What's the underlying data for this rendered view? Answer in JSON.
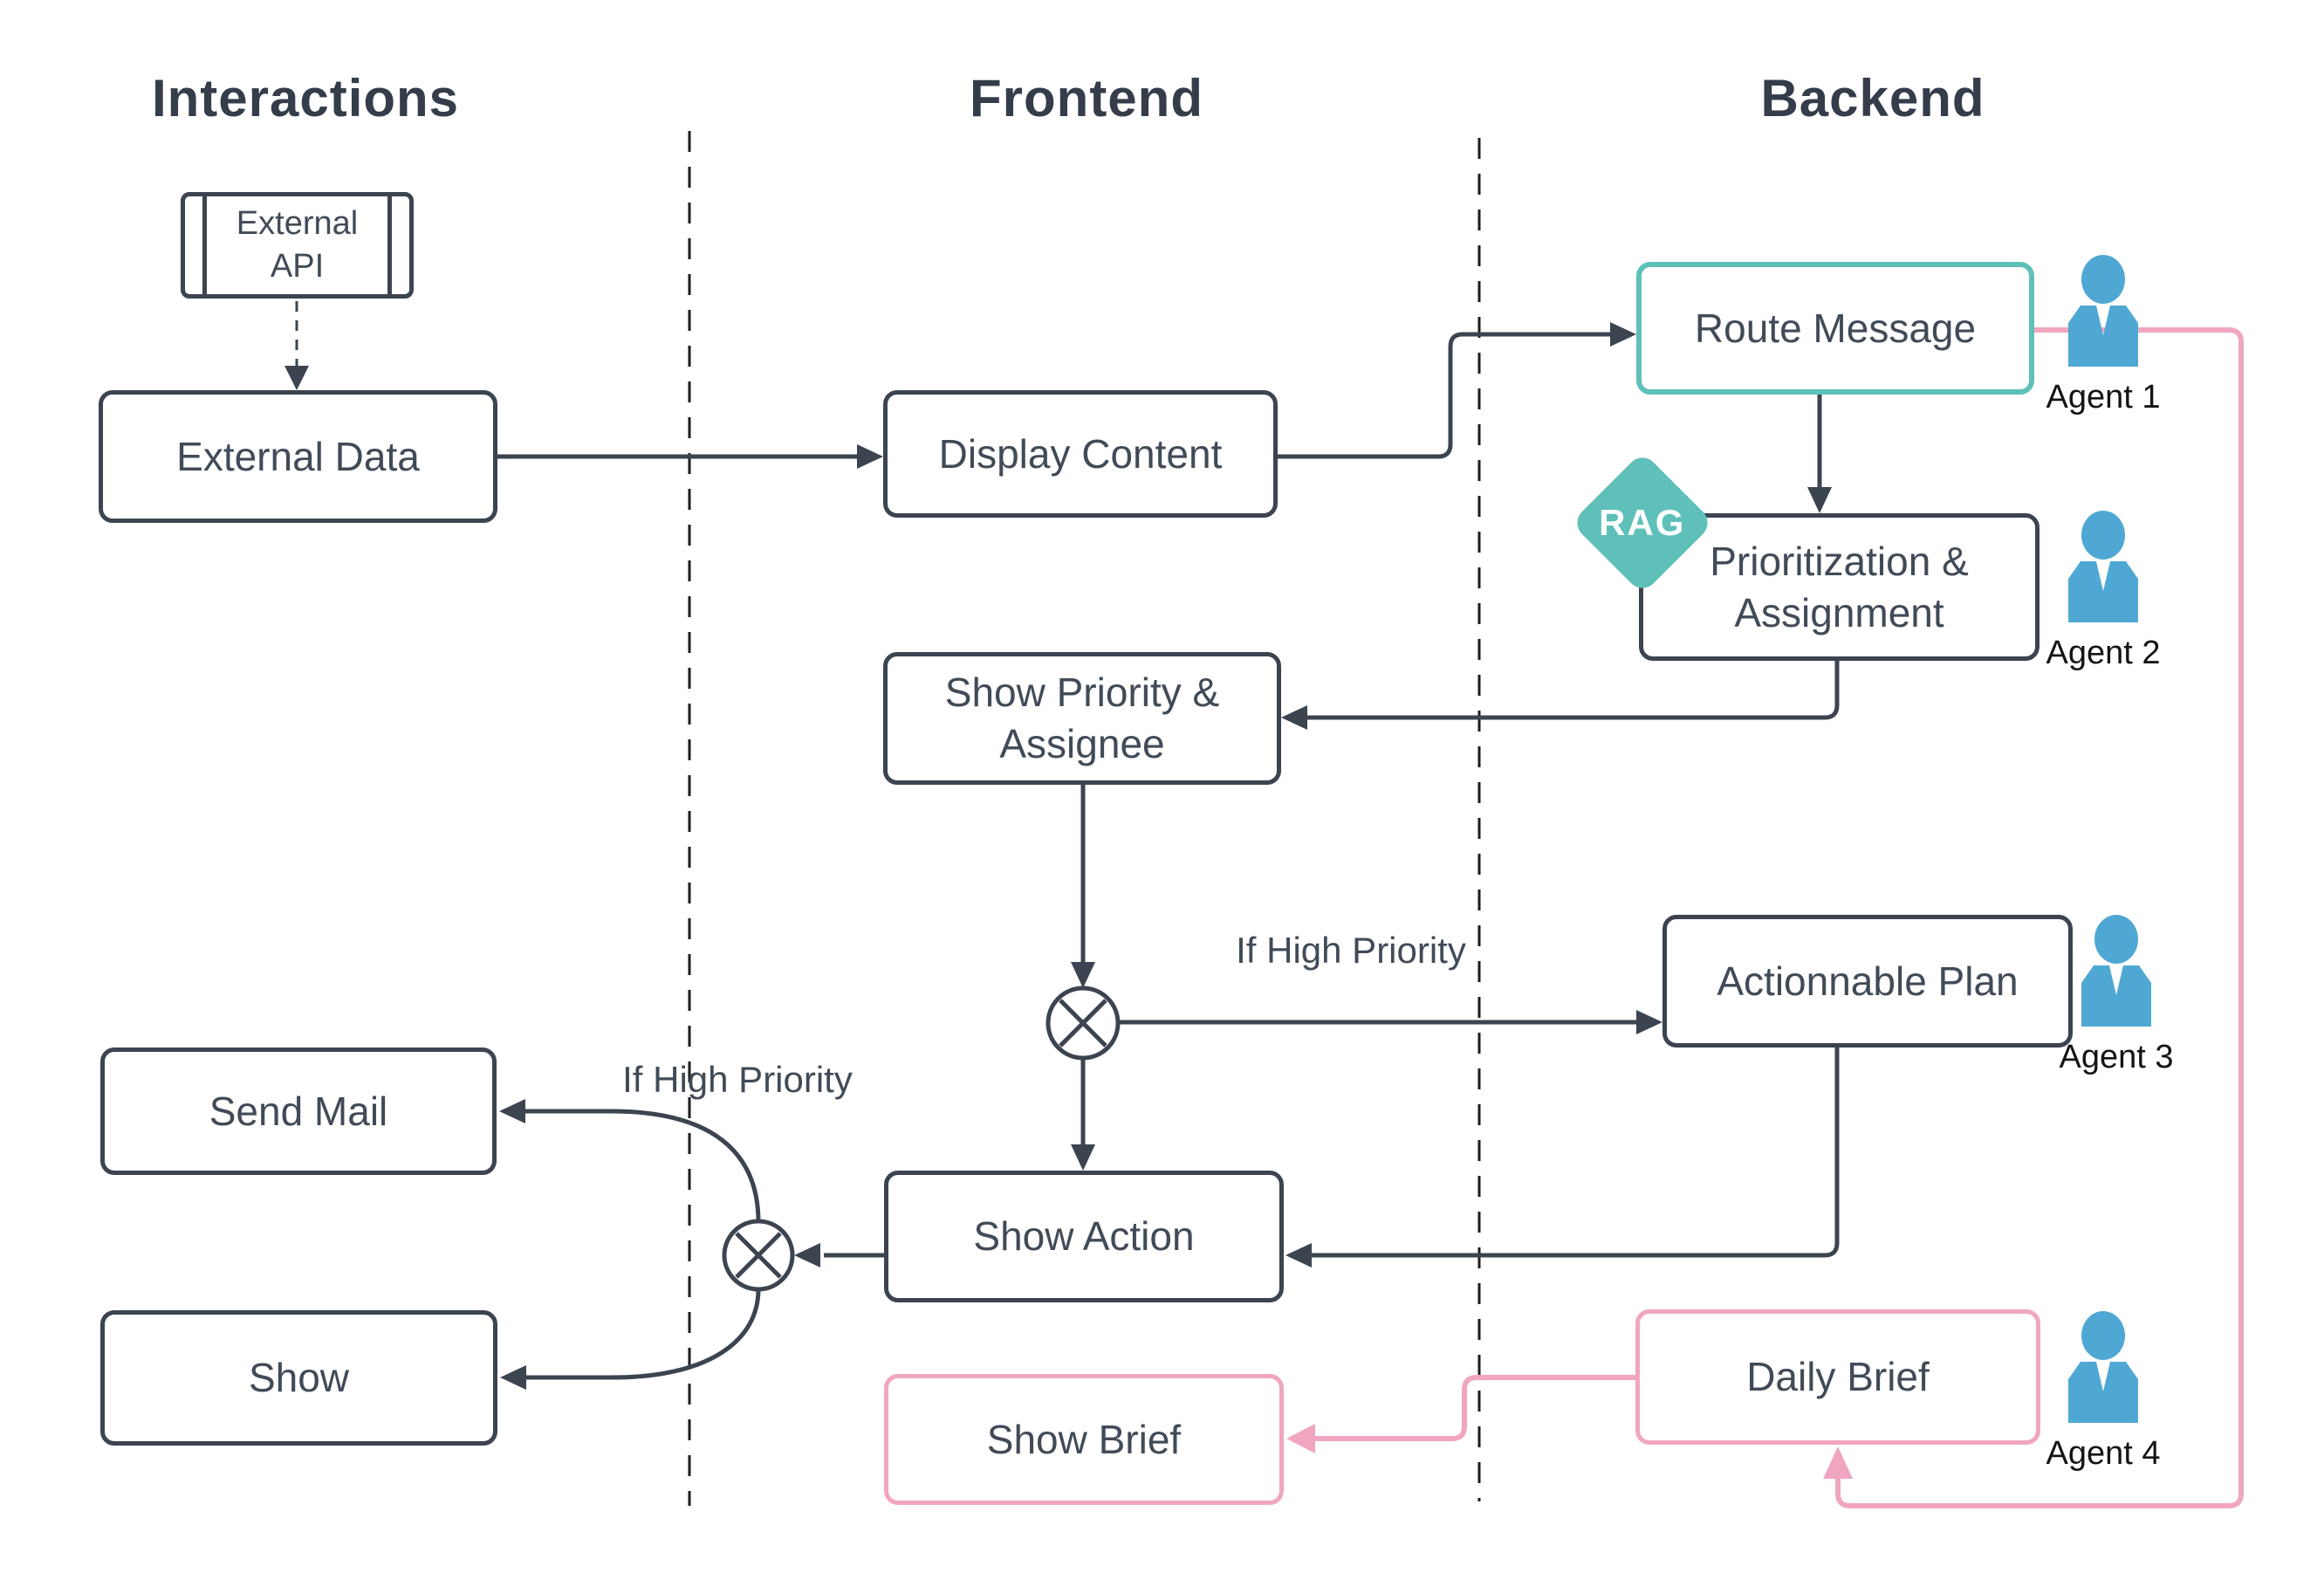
{
  "columns": [
    {
      "label": "Interactions"
    },
    {
      "label": "Frontend"
    },
    {
      "label": "Backend"
    }
  ],
  "nodes": {
    "external_api": {
      "label": "External",
      "label2": "API",
      "shape": "predefined-process"
    },
    "external_data": {
      "label": "External Data"
    },
    "display_content": {
      "label": "Display Content"
    },
    "route_message": {
      "label": "Route Message",
      "accent": "teal"
    },
    "rag_badge": {
      "label": "RAG",
      "shape": "diamond",
      "accent": "teal"
    },
    "prioritization": {
      "label": "Prioritization &",
      "label2": "Assignment"
    },
    "show_priority": {
      "label": "Show Priority &",
      "label2": "Assignee"
    },
    "actionnable_plan": {
      "label": "Actionnable Plan"
    },
    "show_action": {
      "label": "Show Action"
    },
    "send_mail": {
      "label": "Send Mail"
    },
    "show": {
      "label": "Show"
    },
    "daily_brief": {
      "label": "Daily Brief",
      "accent": "pink"
    },
    "show_brief": {
      "label": "Show Brief",
      "accent": "pink"
    }
  },
  "edge_labels": {
    "high_priority_plan": "If High Priority",
    "high_priority_mail": "If High Priority"
  },
  "agents": [
    {
      "label": "Agent 1"
    },
    {
      "label": "Agent 2"
    },
    {
      "label": "Agent 3"
    },
    {
      "label": "Agent 4"
    }
  ],
  "colors": {
    "slate": "#3b444f",
    "text": "#414b57",
    "teal": "#5fc0ba",
    "pink": "#f0a6c0",
    "blue": "#4fa8d3"
  }
}
